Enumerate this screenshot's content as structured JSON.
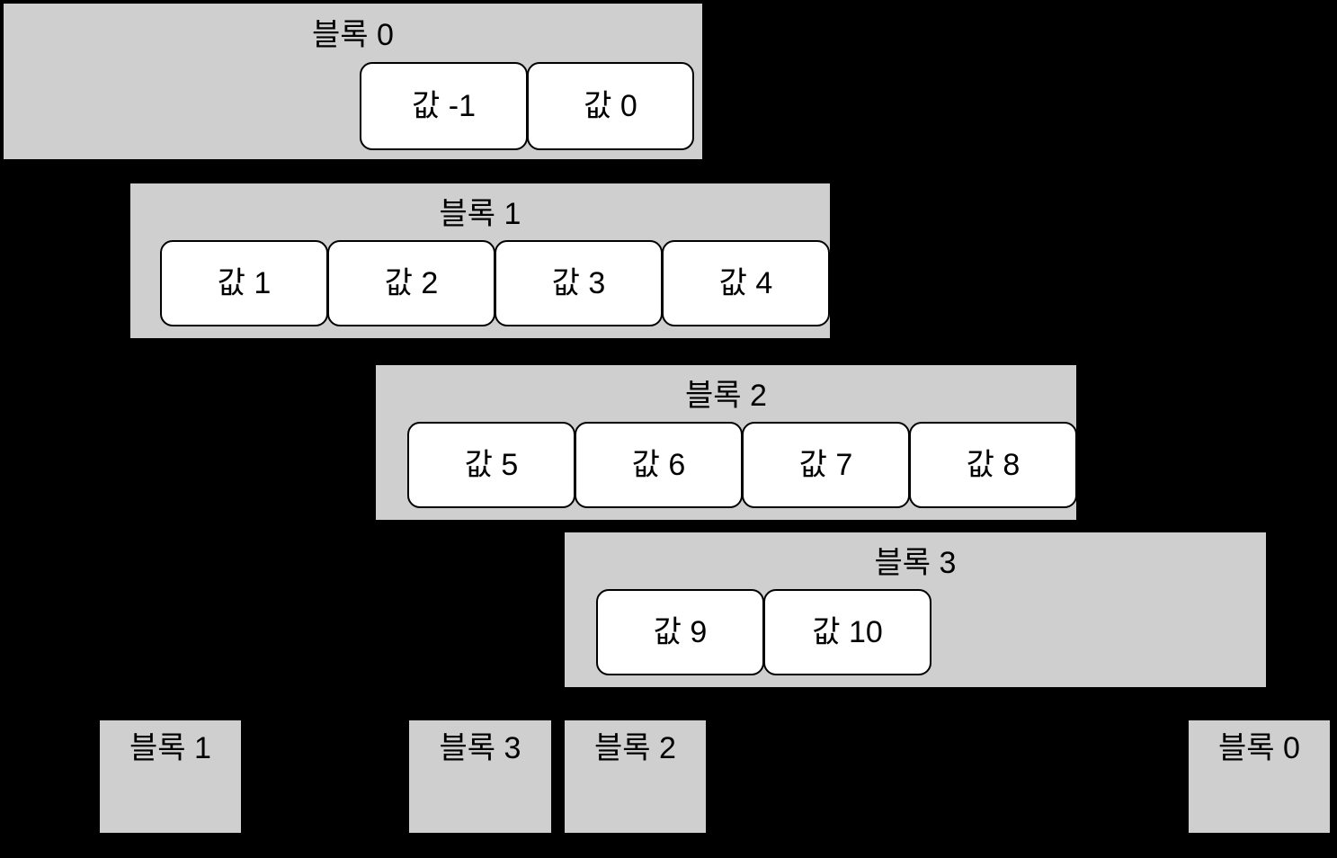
{
  "diagram": {
    "title_prefix": "블록",
    "value_prefix": "값",
    "background_color": "#000000",
    "block_fill_color": "#cfcfcf",
    "cell_fill_color": "#ffffff",
    "cell_border_color": "#000000"
  },
  "blocks": [
    {
      "label": "블록 0",
      "cells": [
        {
          "label": "값 -1"
        },
        {
          "label": "값 0"
        }
      ]
    },
    {
      "label": "블록 1",
      "cells": [
        {
          "label": "값 1"
        },
        {
          "label": "값 2"
        },
        {
          "label": "값 3"
        },
        {
          "label": "값 4"
        }
      ]
    },
    {
      "label": "블록 2",
      "cells": [
        {
          "label": "값 5"
        },
        {
          "label": "값 6"
        },
        {
          "label": "값 7"
        },
        {
          "label": "값 8"
        }
      ]
    },
    {
      "label": "블록 3",
      "cells": [
        {
          "label": "값 9"
        },
        {
          "label": "값 10"
        }
      ]
    }
  ],
  "bottom_blocks": [
    {
      "label": "블록 1"
    },
    {
      "label": "블록 3"
    },
    {
      "label": "블록 2"
    },
    {
      "label": "블록 0"
    }
  ]
}
